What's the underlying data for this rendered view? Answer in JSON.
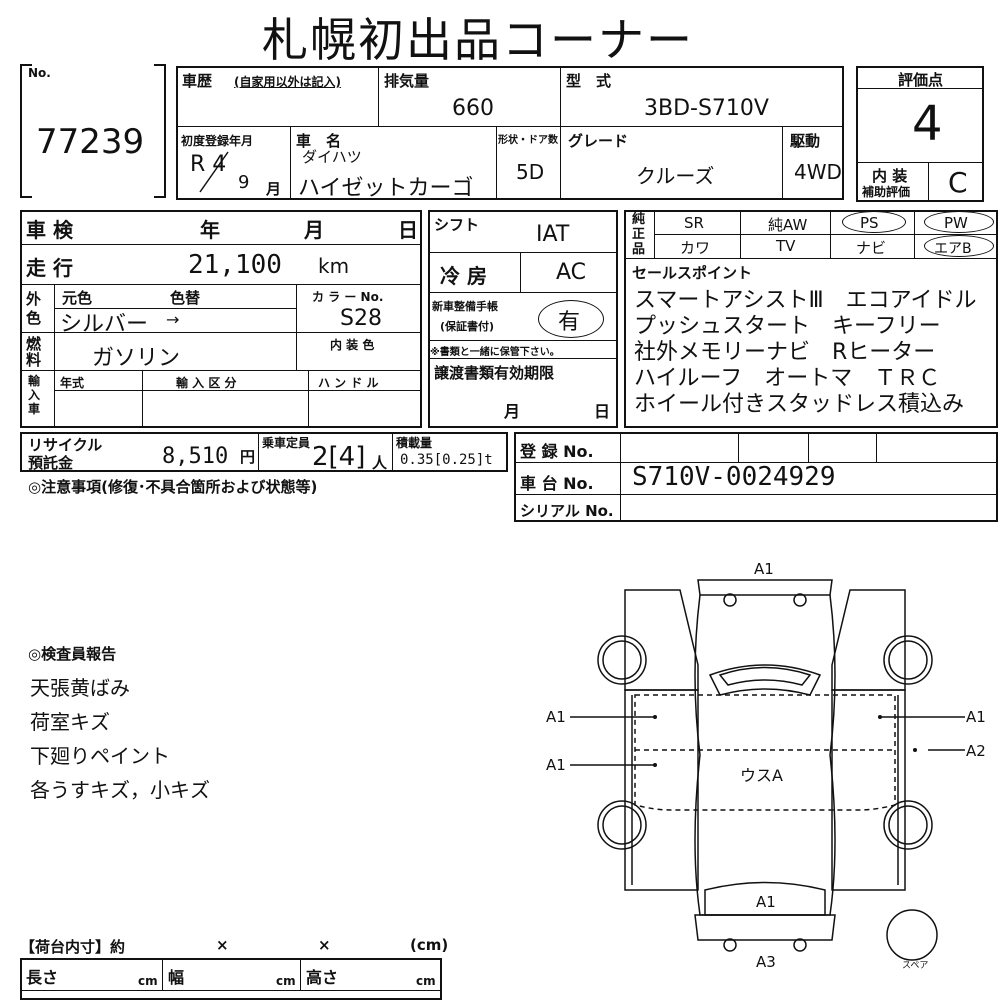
{
  "title": "札幌初出品コーナー",
  "lot": {
    "label": "No.",
    "number": "77239"
  },
  "history": {
    "label": "車歴",
    "note": "(自家用以外は記入)"
  },
  "displacement": {
    "label": "排気量",
    "value": "660"
  },
  "model": {
    "label": "型　式",
    "value": "3BD-S710V"
  },
  "score": {
    "label": "評価点",
    "value": "4",
    "interior_label_1": "内 装",
    "interior_label_2": "補助評価",
    "interior_value": "C"
  },
  "first_reg": {
    "label": "初度登録年月",
    "era_year": "R 4",
    "month": "9",
    "month_unit": "月"
  },
  "car_name": {
    "label": "車　名",
    "maker": "ダイハツ",
    "value": "ハイゼットカーゴ"
  },
  "doors": {
    "label": "形状・ドア数",
    "value": "5D"
  },
  "grade": {
    "label": "グレード",
    "value": "クルーズ"
  },
  "drive": {
    "label": "駆動",
    "value": "4WD"
  },
  "inspection": {
    "label": "車 検",
    "y": "年",
    "m": "月",
    "d": "日"
  },
  "mileage": {
    "label": "走 行",
    "value": "21,100",
    "unit": "km"
  },
  "color": {
    "side_label": "外色",
    "orig_label": "元色",
    "change_label": "色替",
    "value": "シルバー",
    "arrow": "→",
    "code_label": "カ ラ ー No.",
    "code": "S28"
  },
  "fuel": {
    "label": "燃料",
    "value": "ガソリン",
    "interior_color_label": "内 装 色"
  },
  "import": {
    "label": "輸入車",
    "year_label": "年式",
    "division_label": "輸 入 区 分",
    "handle_label": "ハ ン ド ル"
  },
  "shift": {
    "label": "シフト",
    "value": "IAT"
  },
  "ac": {
    "label": "冷 房",
    "value": "AC"
  },
  "warranty": {
    "label": "新車整備手帳",
    "label2": "(保証書付)",
    "value": "有",
    "note": "※書類と一緒に保管下さい。"
  },
  "transfer": {
    "label": "譲渡書類有効期限",
    "m": "月",
    "d": "日"
  },
  "options": {
    "label": "純正品",
    "row1": [
      "SR",
      "純AW",
      "PS",
      "PW"
    ],
    "row2": [
      "カワ",
      "TV",
      "ナビ",
      "エアB"
    ]
  },
  "sales_points": {
    "label": "セールスポイント",
    "lines": [
      "スマートアシストⅢ　エコアイドル",
      "プッシュスタート　キーフリー",
      "社外メモリーナビ　Rヒーター",
      "ハイルーフ　オートマ　ＴＲＣ",
      "ホイール付きスタッドレス積込み"
    ]
  },
  "recycle": {
    "label1": "リサイクル",
    "label2": "預託金",
    "value": "8,510",
    "unit": "円"
  },
  "capacity": {
    "label": "乗車定員",
    "value": "2[4]",
    "unit": "人"
  },
  "load": {
    "label": "積載量",
    "value": "0.35[0.25]t"
  },
  "registration": {
    "label": "登 録 No.",
    "chassis_label": "車 台 No.",
    "chassis": "S710V-0024929",
    "serial_label": "シリアル No."
  },
  "caution": "◎注意事項(修復･不具合箇所および状態等)",
  "inspector": {
    "heading": "◎検査員報告",
    "lines": [
      "天張黄ばみ",
      "荷室キズ",
      "下廻りペイント",
      "各うすキズ，小キズ"
    ]
  },
  "diagram": {
    "front": "A1",
    "left1": "A1",
    "left2": "A1",
    "right1": "A1",
    "right2": "A2",
    "roof": "ウスA",
    "rear1": "A1",
    "rear2": "A3",
    "spare": "スペア"
  },
  "cargo": {
    "label": "【荷台内寸】約",
    "x1": "×",
    "x2": "×",
    "unit": "(cm)",
    "length": "長さ",
    "width": "幅",
    "height": "高さ",
    "cm": "cm"
  }
}
